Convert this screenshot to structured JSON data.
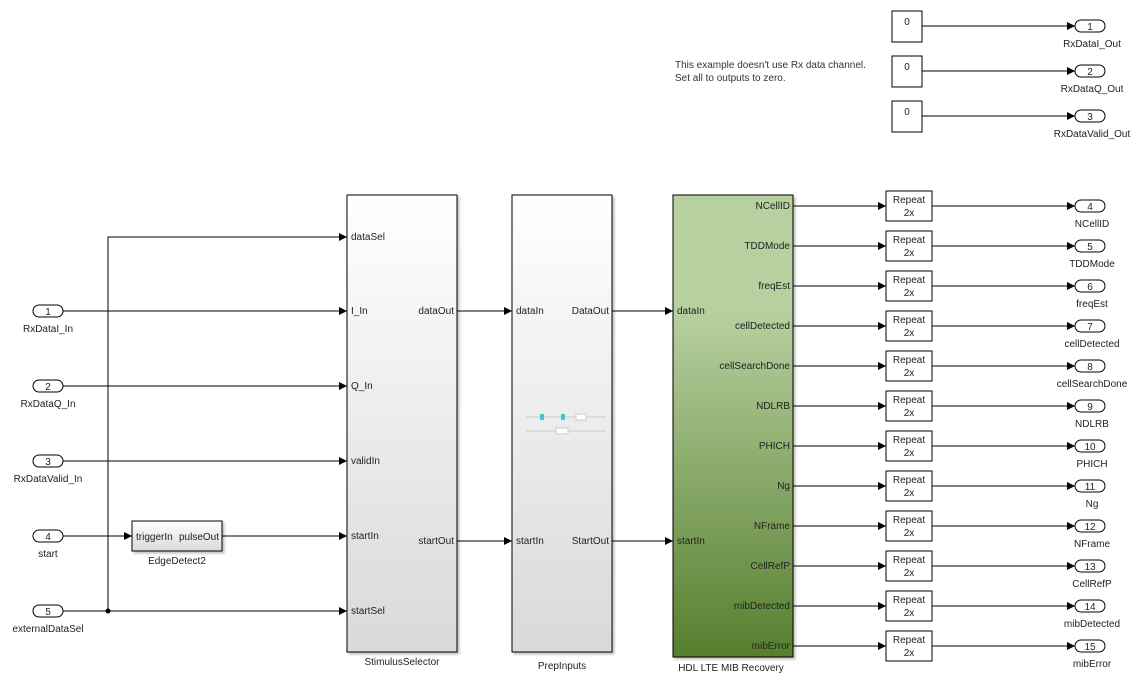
{
  "annotation": [
    "This example doesn't use Rx data channel.",
    "Set all to outputs to zero."
  ],
  "constants": [
    {
      "value": "0",
      "out_port": "1",
      "out_label": "RxDataI_Out"
    },
    {
      "value": "0",
      "out_port": "2",
      "out_label": "RxDataQ_Out"
    },
    {
      "value": "0",
      "out_port": "3",
      "out_label": "RxDataValid_Out"
    }
  ],
  "inports": [
    {
      "port": "1",
      "label": "RxDataI_In"
    },
    {
      "port": "2",
      "label": "RxDataQ_In"
    },
    {
      "port": "3",
      "label": "RxDataValid_In"
    },
    {
      "port": "4",
      "label": "start"
    },
    {
      "port": "5",
      "label": "externalDataSel"
    }
  ],
  "edge_detect": {
    "name": "EdgeDetect2",
    "in": "triggerIn",
    "out": "pulseOut"
  },
  "stimulus_selector": {
    "name": "StimulusSelector",
    "inputs": [
      "dataSel",
      "I_In",
      "Q_In",
      "validIn",
      "startIn",
      "startSel"
    ],
    "outputs": [
      "dataOut",
      "startOut"
    ]
  },
  "prep_inputs": {
    "name": "PrepInputs",
    "inputs": [
      "dataIn",
      "startIn"
    ],
    "outputs": [
      "DataOut",
      "StartOut"
    ]
  },
  "mib_recovery": {
    "name": "HDL LTE MIB Recovery",
    "inputs": [
      "dataIn",
      "startIn"
    ],
    "colors": {
      "top": "#b7d0a0",
      "bottom": "#567f2e"
    }
  },
  "repeat_label": [
    "Repeat",
    "2x"
  ],
  "outputs": [
    {
      "signal": "NCellID",
      "port": "4",
      "label": "NCellID"
    },
    {
      "signal": "TDDMode",
      "port": "5",
      "label": "TDDMode"
    },
    {
      "signal": "freqEst",
      "port": "6",
      "label": "freqEst"
    },
    {
      "signal": "cellDetected",
      "port": "7",
      "label": "cellDetected"
    },
    {
      "signal": "cellSearchDone",
      "port": "8",
      "label": "cellSearchDone"
    },
    {
      "signal": "NDLRB",
      "port": "9",
      "label": "NDLRB"
    },
    {
      "signal": "PHICH",
      "port": "10",
      "label": "PHICH"
    },
    {
      "signal": "Ng",
      "port": "11",
      "label": "Ng"
    },
    {
      "signal": "NFrame",
      "port": "12",
      "label": "NFrame"
    },
    {
      "signal": "CellRefP",
      "port": "13",
      "label": "CellRefP"
    },
    {
      "signal": "mibDetected",
      "port": "14",
      "label": "mibDetected"
    },
    {
      "signal": "mibError",
      "port": "15",
      "label": "mibError"
    }
  ]
}
